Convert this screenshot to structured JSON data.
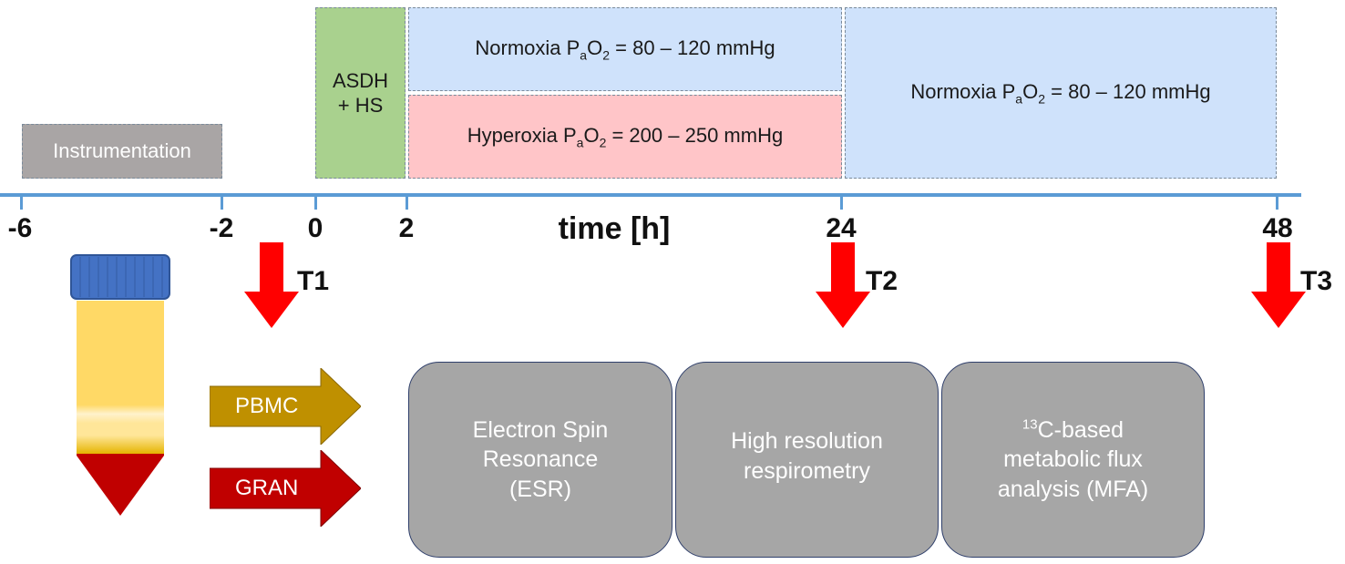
{
  "phases": {
    "instrumentation": "Instrumentation",
    "asdh_line1": "ASDH",
    "asdh_line2": "+ HS",
    "normoxia_early": {
      "prefix": "Normoxia  P",
      "sub": "a",
      "mid": "O",
      "sub2": "2",
      "suffix": " = 80 – 120 mmHg"
    },
    "hyperoxia": {
      "prefix": "Hyperoxia  P",
      "sub": "a",
      "mid": "O",
      "sub2": "2",
      "suffix": " = 200 – 250 mmHg"
    },
    "normoxia_late": {
      "prefix": "Normoxia  P",
      "sub": "a",
      "mid": "O",
      "sub2": "2",
      "suffix": " = 80 – 120 mmHg"
    }
  },
  "axis": {
    "title": "time [h]",
    "ticks": [
      "-6",
      "-2",
      "0",
      "2",
      "24",
      "48"
    ]
  },
  "timepoints": [
    "T1",
    "T2",
    "T3"
  ],
  "cells": [
    "PBMC",
    "GRAN"
  ],
  "methods": {
    "esr": [
      "Electron Spin",
      "Resonance",
      "(ESR)"
    ],
    "hrr": [
      "High resolution",
      "respirometry"
    ],
    "mfa": {
      "sup": "13",
      "line1_rest": "C-based",
      "line2": "metabolic flux",
      "line3": "analysis (MFA)"
    }
  },
  "colors": {
    "axis": "#5b9bd5",
    "arrow_red": "#ff0000",
    "pbmc": "#bf9000",
    "gran": "#c00000",
    "green_phase": "#a9d18e",
    "blue_phase": "#cfe2fb",
    "pink_phase": "#ffc5c8",
    "tube_cap": "#4472c4",
    "tube_body": "#ffd966"
  }
}
